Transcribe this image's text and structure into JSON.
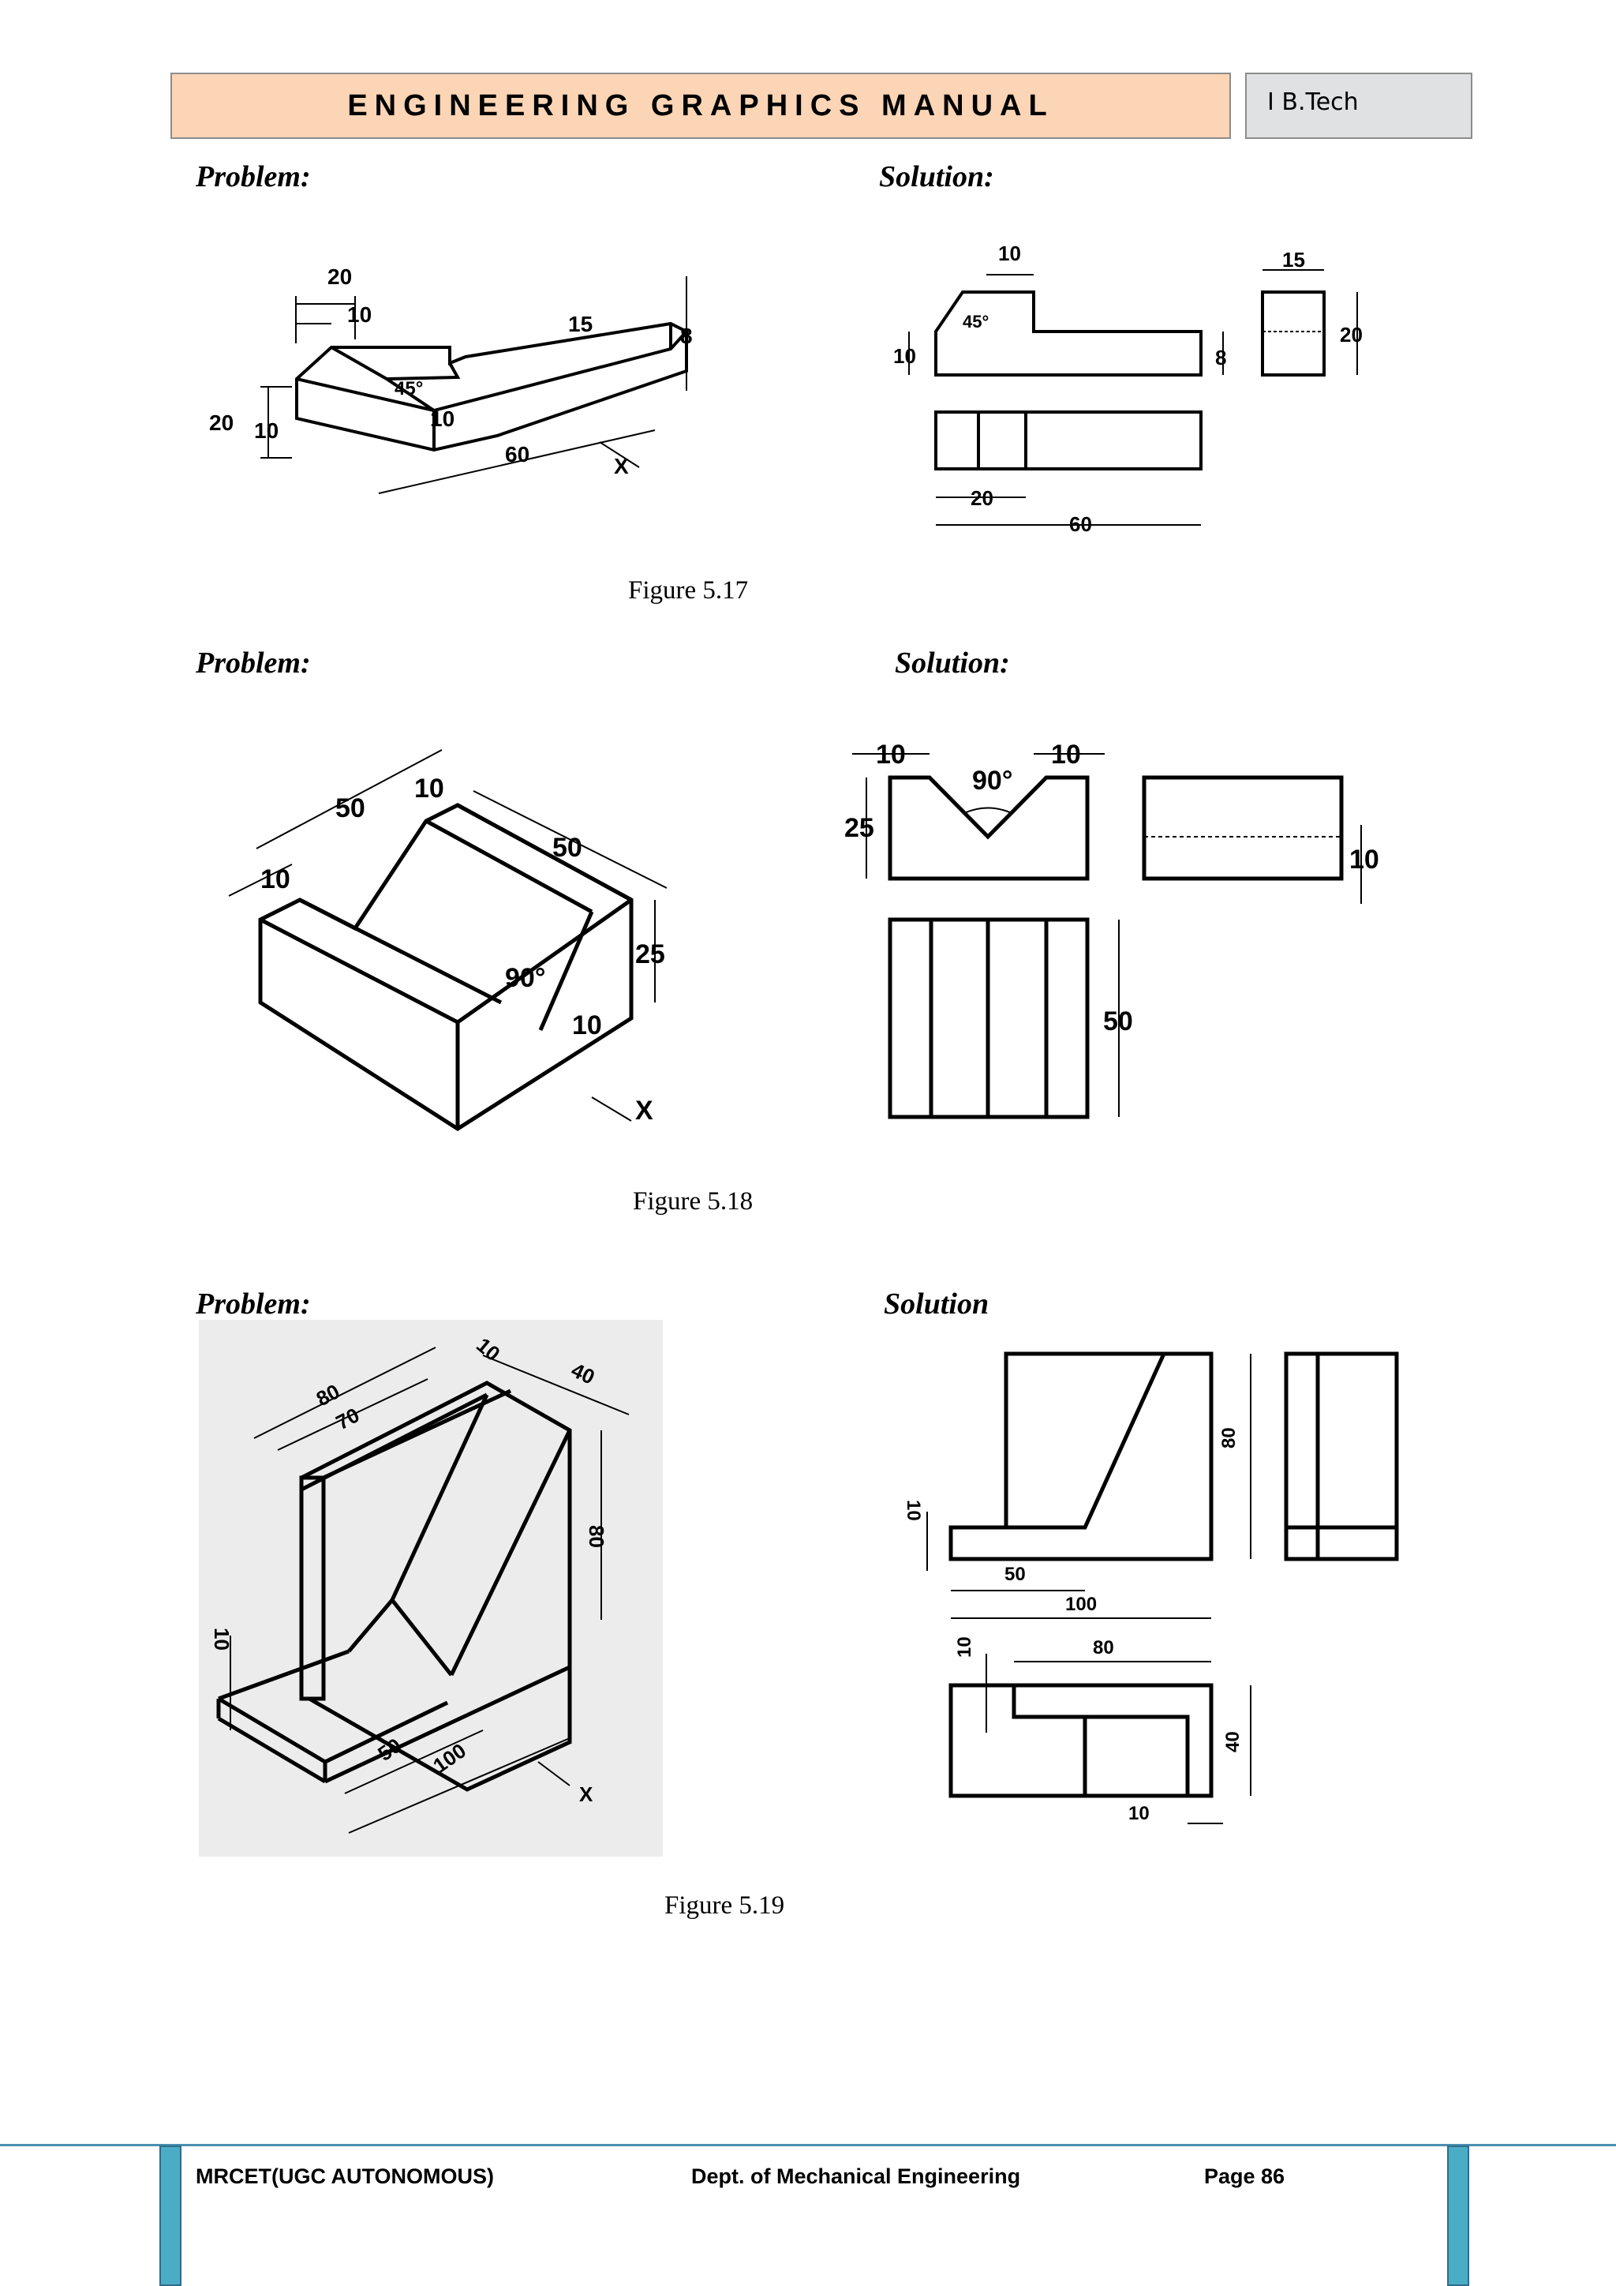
{
  "header": {
    "title": "ENGINEERING GRAPHICS MANUAL",
    "tag": "I B.Tech"
  },
  "fig17": {
    "problem_label": "Problem:",
    "solution_label": "Solution:",
    "caption": "Figure 5.17",
    "problem_dims": [
      "20",
      "10",
      "15",
      "8",
      "45°",
      "20",
      "10",
      "10",
      "60",
      "X"
    ],
    "solution_dims": [
      "10",
      "45°",
      "10",
      "8",
      "15",
      "20",
      "20",
      "60"
    ]
  },
  "fig18": {
    "problem_label": "Problem:",
    "solution_label": "Solution:",
    "caption": "Figure 5.18",
    "problem_dims": [
      "50",
      "10",
      "10",
      "50",
      "25",
      "90°",
      "10",
      "X"
    ],
    "solution_dims": [
      "10",
      "10",
      "90°",
      "25",
      "10",
      "50"
    ]
  },
  "fig19": {
    "problem_label": "Problem:",
    "solution_label": "Solution",
    "caption": "Figure  5.19",
    "problem_dims": [
      "80",
      "70",
      "10",
      "40",
      "80",
      "10",
      "50",
      "100",
      "X"
    ],
    "solution_dims": [
      "10",
      "50",
      "100",
      "80",
      "10",
      "80",
      "40",
      "10"
    ]
  },
  "footer": {
    "left": "MRCET(UGC AUTONOMOUS)",
    "center": "Dept. of Mechanical Engineering",
    "right": "Page 86"
  }
}
